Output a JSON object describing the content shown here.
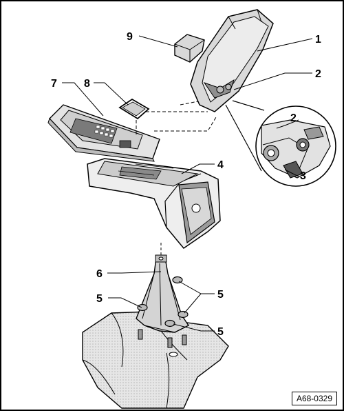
{
  "callouts": {
    "c1": "1",
    "c2_top": "2",
    "c2_detail": "2",
    "c3": "3",
    "c4": "4",
    "c5_right_upper": "5",
    "c5_left": "5",
    "c5_right_lower": "5",
    "c6": "6",
    "c7": "7",
    "c8": "8",
    "c9": "9"
  },
  "reference_code": "A68-0329",
  "colors": {
    "ink": "#000000",
    "fill_light": "#ededed",
    "fill_mid": "#cfcfcf",
    "fill_dark": "#8c8c8c"
  }
}
